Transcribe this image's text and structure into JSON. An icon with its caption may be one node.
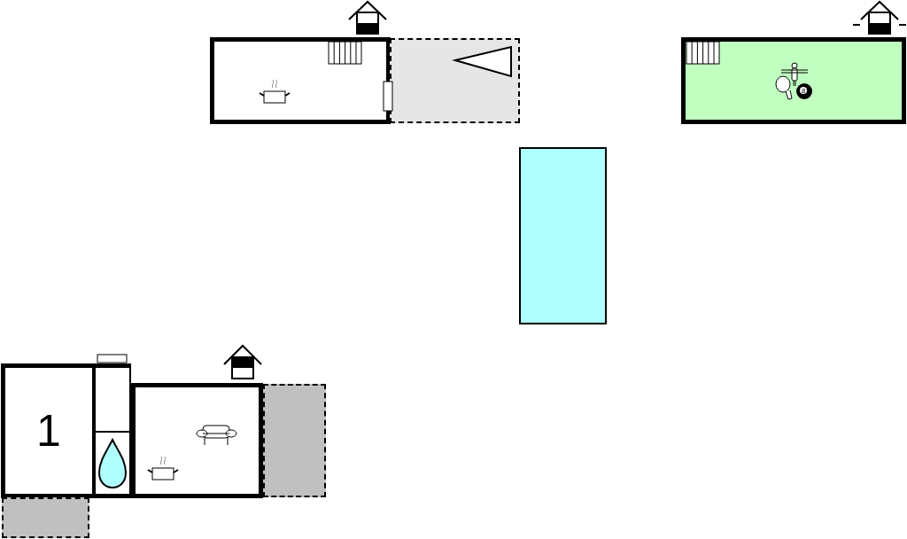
{
  "diagram": {
    "nodes": [
      {
        "text": [],
        "shape": "box"
      },
      {
        "text": [],
        "shape": "box"
      },
      {
        "text": [],
        "shape": "box"
      },
      {
        "text": [],
        "shape": "box"
      },
      {
        "text": [
          "1"
        ]
      },
      {
        "text": [],
        "shape": "box"
      },
      {
        "text": [],
        "shape": "box"
      },
      {
        "text": [],
        "shape": "box"
      },
      {
        "text": [],
        "shape": "box"
      },
      {
        "text": [],
        "shape": "box"
      }
    ],
    "labels": [
      "8"
    ]
  }
}
